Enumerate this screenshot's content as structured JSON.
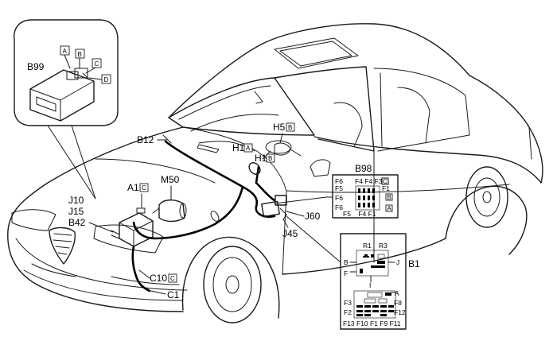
{
  "labels": {
    "b99": "B99",
    "b12": "B12",
    "h5": "H5",
    "h1a": "H1",
    "h1b": "H1",
    "b98": "B98",
    "a1": "A1",
    "m50": "M50",
    "j10": "J10",
    "j15": "J15",
    "b42": "B42",
    "j60": "J60",
    "j45": "J45",
    "b1": "B1",
    "c10": "C10",
    "c1": "C1"
  },
  "badges": {
    "a": "A",
    "b": "B",
    "c": "C",
    "d": "D"
  },
  "b98_panel": {
    "top": "F4 F4 F3",
    "f6": "F6",
    "f5": "F5",
    "f1": "F1",
    "bottom": "F5    F4 F1"
  },
  "b1_panel": {
    "r1": "R1",
    "r3": "R3",
    "b": "B",
    "j": "J",
    "f": "F",
    "i": "I",
    "a": "A",
    "f3": "F3",
    "f8": "F8",
    "f2": "F2",
    "f12": "F12",
    "bottom": "F13 F10 F1 F9 F11"
  }
}
